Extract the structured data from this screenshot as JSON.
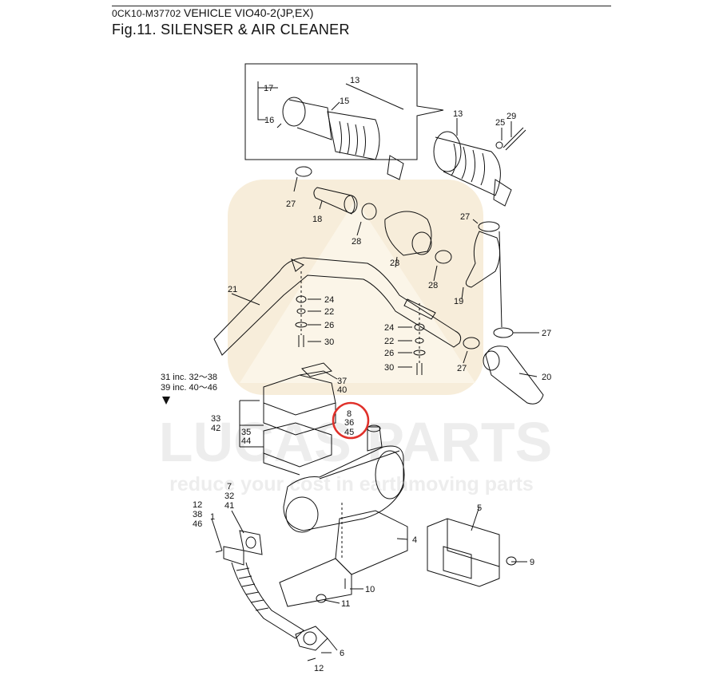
{
  "header": {
    "doc_code": "0CK10-M37702",
    "vehicle": "VEHICLE VIO40-2(JP,EX)",
    "figure_title": "Fig.11.  SILENSER & AIR CLEANER"
  },
  "watermark": {
    "brand": "LUCAS PARTS",
    "tagline": "reduce your cost in earthmoving parts"
  },
  "callouts": {
    "n13_inset": "13",
    "n15": "15",
    "n17": "17",
    "n16": "16",
    "n13": "13",
    "n25": "25",
    "n29": "29",
    "n27a": "27",
    "n18": "18",
    "n28a": "28",
    "n23": "23",
    "n27b": "27",
    "n19": "19",
    "n28b": "28",
    "n21": "21",
    "n24a": "24",
    "n22a": "22",
    "n26a": "26",
    "n30a": "30",
    "n24b": "24",
    "n22b": "22",
    "n26b": "26",
    "n30b": "30",
    "n27c": "27",
    "n27d": "27",
    "n20": "20",
    "n37": "37",
    "n40": "40",
    "n33": "33",
    "n42": "42",
    "n35": "35",
    "n44": "44",
    "n8": "8",
    "n36": "36",
    "n45": "45",
    "n7": "7",
    "n32": "32",
    "n41": "41",
    "n12a": "12",
    "n38": "38",
    "n46": "46",
    "n1": "1",
    "n5": "5",
    "n4": "4",
    "n9": "9",
    "n10": "10",
    "n11": "11",
    "n6": "6",
    "n12b": "12"
  },
  "notes": {
    "inc_31": "31 inc. 32～38",
    "inc_39": "39 inc. 40～46"
  },
  "colors": {
    "line": "#111111",
    "highlight_circle": "#e0302a",
    "watermark_fill": "#f5e9cf",
    "watermark_text": "#e6e6e6"
  }
}
